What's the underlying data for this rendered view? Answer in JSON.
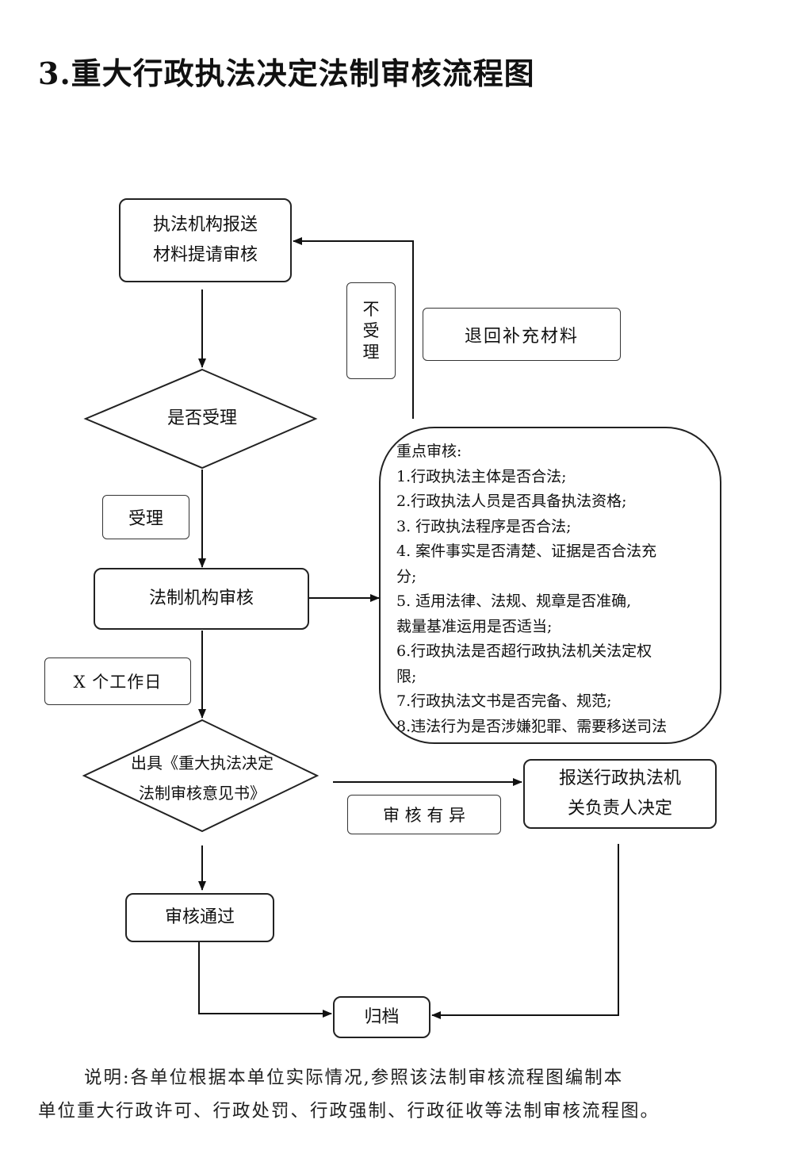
{
  "title": "3.重大行政执法决定法制审核流程图",
  "nodes": {
    "submit": [
      "执法机构报送",
      "材料提请审核"
    ],
    "decide_accept": "是否受理",
    "not_accept": "不受理",
    "return_materials": "退回补充材料",
    "accept": "受理",
    "legal_review": "法制机构审核",
    "workdays": "X 个工作日",
    "issue_opinion": [
      "出具《重大执法决定",
      "法制审核意见书》"
    ],
    "dispute": "审 核 有 异",
    "report_leader": [
      "报送行政执法机",
      "关负责人决定"
    ],
    "approved": "审核通过",
    "archive": "归档"
  },
  "key_review": {
    "heading": "重点审核:",
    "lines": [
      "1.行政执法主体是否合法;",
      "2.行政执法人员是否具备执法资格;",
      "3.  行政执法程序是否合法;",
      "4.  案件事实是否清楚、证据是否合法充",
      "分;",
      "5.  适用法律、法规、规章是否准确,",
      "裁量基准运用是否适当;",
      "6.行政执法是否超行政执法机关法定权",
      "限;",
      "7.行政执法文书是否完备、规范;",
      "8.违法行为是否涉嫌犯罪、需要移送司法"
    ]
  },
  "note": {
    "line1": "说明:各单位根据本单位实际情况,参照该法制审核流程图编制本",
    "line2": "单位重大行政许可、行政处罚、行政强制、行政征收等法制审核流程图。"
  }
}
